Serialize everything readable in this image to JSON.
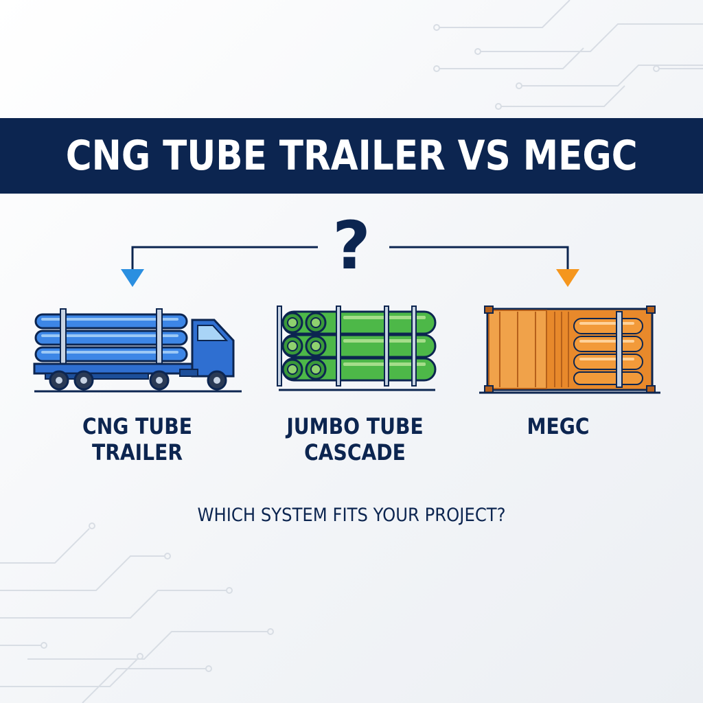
{
  "title": "CNG TUBE TRAILER VS MEGC",
  "question_mark": "?",
  "options": [
    {
      "label_line1": "CNG TUBE",
      "label_line2": "TRAILER",
      "icon": "cng-truck-icon",
      "color": "#2f6fd1",
      "arrow_color": "#2b8fe0"
    },
    {
      "label_line1": "JUMBO TUBE",
      "label_line2": "CASCADE",
      "icon": "jumbo-tube-cascade-icon",
      "color": "#4db848"
    },
    {
      "label_line1": "MEGC",
      "label_line2": "",
      "icon": "megc-container-icon",
      "color": "#e8892b",
      "arrow_color": "#f5961e"
    }
  ],
  "footer_question": "WHICH SYSTEM FITS YOUR PROJECT?",
  "colors": {
    "navy": "#0c2550",
    "background": "#f3f5f8"
  }
}
